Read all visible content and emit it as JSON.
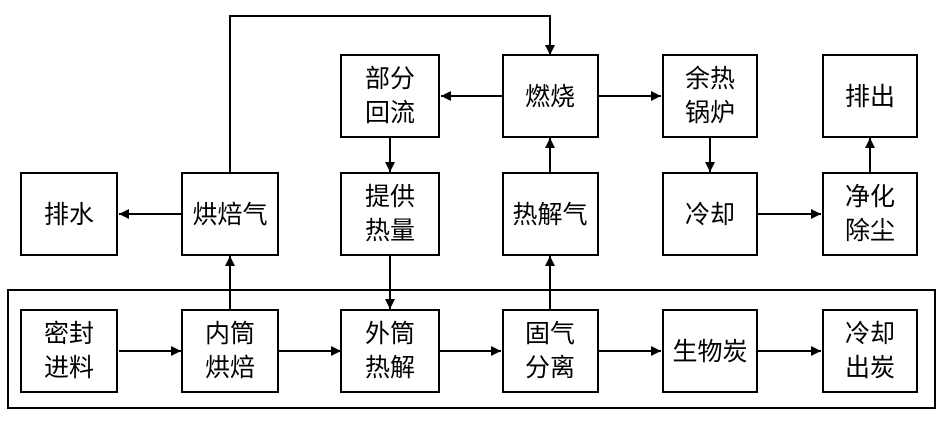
{
  "nodes": {
    "paishui": "排水",
    "hongbeiqi": "烘焙气",
    "bufen_huiliu": [
      "部分",
      "回流"
    ],
    "tigong_reliang": [
      "提供",
      "热量"
    ],
    "ranshao": "燃烧",
    "rejieqi": "热解气",
    "yure_guolu": [
      "余热",
      "锅炉"
    ],
    "lengque": "冷却",
    "paichu": "排出",
    "jinghua_chuchen": [
      "净化",
      "除尘"
    ],
    "mifeng_jinliao": [
      "密封",
      "进料"
    ],
    "neitong_hongbei": [
      "内筒",
      "烘焙"
    ],
    "waitong_rejie": [
      "外筒",
      "热解"
    ],
    "guqi_fenli": [
      "固气",
      "分离"
    ],
    "shengwutan": "生物炭",
    "lengque_chutan": [
      "冷却",
      "出炭"
    ]
  }
}
